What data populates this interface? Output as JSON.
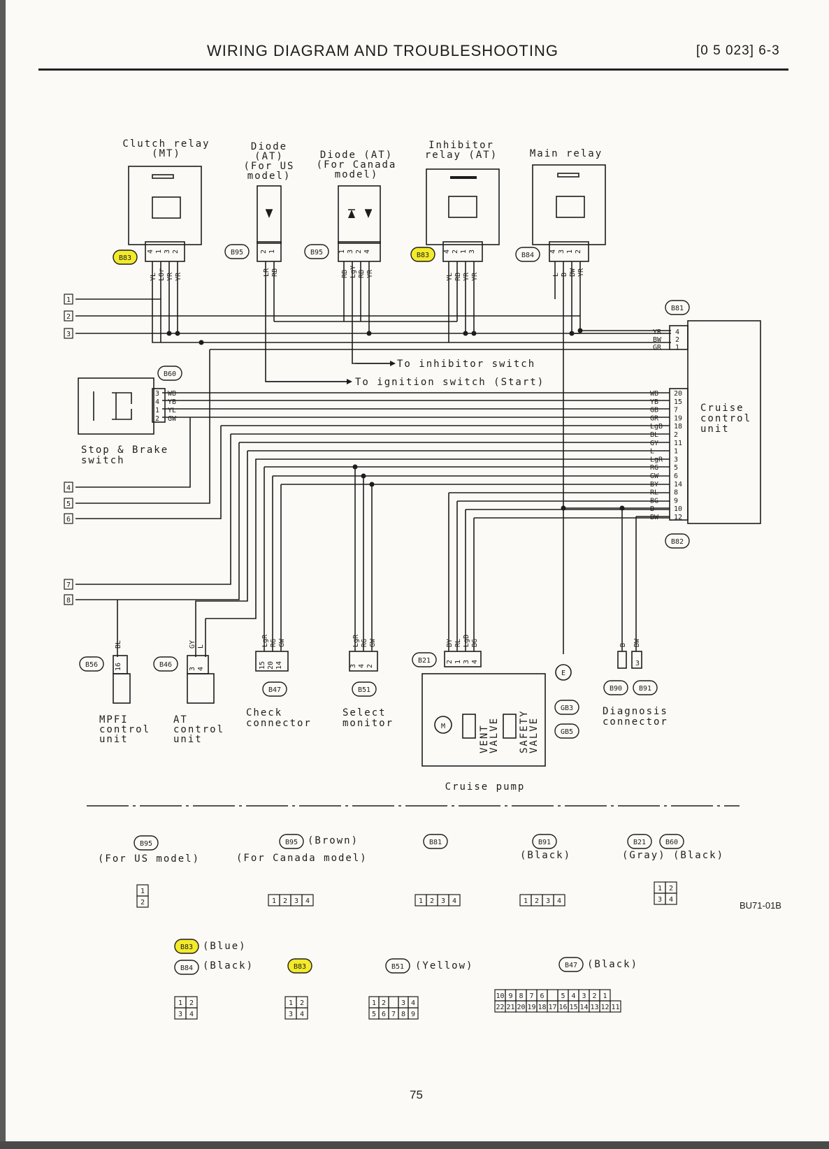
{
  "header": {
    "title": "WIRING DIAGRAM AND TROUBLESHOOTING",
    "code": "[0 5 023] 6-3"
  },
  "footer": {
    "page_number": "75",
    "figure_id": "BU71-01B"
  },
  "components": {
    "clutch_relay": [
      "Clutch relay",
      "(MT)"
    ],
    "diode_us": [
      "Diode",
      "(AT)",
      "(For US",
      "model)"
    ],
    "diode_canada": [
      "Diode (AT)",
      "(For Canada",
      "model)"
    ],
    "inhibitor_relay": [
      "Inhibitor",
      "relay (AT)"
    ],
    "main_relay": [
      "Main relay"
    ],
    "stop_brake": [
      "Stop & Brake",
      "switch"
    ],
    "cruise_unit": [
      "Cruise",
      "control",
      "unit"
    ],
    "mpfi_unit": [
      "MPFI",
      "control",
      "unit"
    ],
    "at_unit": [
      "AT",
      "control",
      "unit"
    ],
    "check_connector": [
      "Check",
      "connector"
    ],
    "select_monitor": [
      "Select",
      "monitor"
    ],
    "diagnosis_connector": [
      "Diagnosis",
      "connector"
    ],
    "cruise_pump": [
      "Cruise pump"
    ],
    "vent_valve": [
      "VENT",
      "VALVE"
    ],
    "safety_valve": [
      "SAFETY",
      "VALVE"
    ],
    "motor_symbol": "M",
    "ground_symbol": "E"
  },
  "arrows": {
    "inhibitor": "To inhibitor switch",
    "ignition": "To ignition switch (Start)"
  },
  "connectors": {
    "clutch": {
      "tag": "B83",
      "pins": [
        "4",
        "1",
        "3",
        "2"
      ],
      "wires": [
        "YL",
        "LOr",
        "YR",
        "YR"
      ]
    },
    "diode_us": {
      "tag": "B95",
      "pins": [
        "2",
        "1"
      ],
      "wires": [
        "LR",
        "RB"
      ]
    },
    "diode_ca": {
      "tag": "B95",
      "pins": [
        "1",
        "3",
        "2",
        "4"
      ],
      "wires": [
        "RB",
        "LgY",
        "RB",
        "YR"
      ]
    },
    "inhibitor": {
      "tag": "B83",
      "pins": [
        "4",
        "2",
        "1",
        "3"
      ],
      "wires": [
        "YL",
        "RB",
        "YR",
        "YR"
      ]
    },
    "main": {
      "tag": "B84",
      "pins": [
        "4",
        "3",
        "1",
        "2"
      ],
      "wires": [
        "L",
        "B",
        "BW",
        "YR"
      ]
    },
    "stop": {
      "tag": "B60",
      "pins": [
        "3",
        "4",
        "1",
        "2"
      ],
      "wires": [
        "WB",
        "YB",
        "YL",
        "GW"
      ]
    },
    "b81": {
      "tag": "B81",
      "pins": [
        "4",
        "2",
        "1"
      ],
      "wires": [
        "YR",
        "BW",
        "GR"
      ]
    },
    "b82": {
      "tag": "B82",
      "pins": [
        "20",
        "15",
        "7",
        "19",
        "18",
        "2",
        "11",
        "1",
        "3",
        "5",
        "6",
        "14",
        "8",
        "9",
        "10",
        "12"
      ],
      "wires": [
        "WB",
        "YB",
        "GB",
        "GR",
        "LgB",
        "BL",
        "GY",
        "L",
        "LgR",
        "RG",
        "GW",
        "BY",
        "RL",
        "BG",
        "B",
        "BW"
      ]
    },
    "mpfi": {
      "tag": "B56",
      "pins": [
        "16"
      ],
      "wires": [
        "BL"
      ]
    },
    "at": {
      "tag": "B46",
      "pins": [
        "3",
        "4"
      ],
      "wires": [
        "GY",
        "L"
      ]
    },
    "check": {
      "tag": "B47",
      "pins": [
        "15",
        "20",
        "14"
      ],
      "wires": [
        "LgR",
        "RG",
        "GW"
      ]
    },
    "select": {
      "tag": "B51",
      "pins": [
        "3",
        "4",
        "2"
      ],
      "wires": [
        "LgR",
        "RG",
        "GW"
      ]
    },
    "pump": {
      "tag": "B21",
      "pins": [
        "2",
        "1",
        "3",
        "4"
      ],
      "wires": [
        "BY",
        "RL",
        "LgB",
        "BG"
      ]
    },
    "diag": {
      "tags": [
        "B90",
        "B91"
      ],
      "pins": [
        "3"
      ],
      "wires": [
        "B",
        "BW"
      ]
    },
    "grounds": [
      "GB3",
      "GB5"
    ]
  },
  "line_numbers": [
    "1",
    "2",
    "3",
    "4",
    "5",
    "6",
    "7",
    "8"
  ],
  "legend": [
    {
      "tags": [
        "B95"
      ],
      "desc": "(For US model)",
      "grid": [
        [
          "1"
        ],
        [
          "2"
        ]
      ]
    },
    {
      "tags": [
        "B95"
      ],
      "desc": "(Brown)",
      "sub": "(For Canada model)",
      "grid": [
        [
          "1",
          "2",
          "3",
          "4"
        ]
      ]
    },
    {
      "tags": [
        "B81"
      ],
      "desc": "",
      "grid": [
        [
          "1",
          "2",
          "3",
          "4"
        ]
      ]
    },
    {
      "tags": [
        "B91"
      ],
      "desc": "(Black)",
      "grid": [
        [
          "1",
          "2",
          "3",
          "4"
        ]
      ]
    },
    {
      "tags": [
        "B21",
        "B60"
      ],
      "desc": "(Gray) (Black)",
      "grid": [
        [
          "1",
          "2"
        ],
        [
          "3",
          "4"
        ]
      ]
    },
    {
      "tags": [
        "B83",
        "B84"
      ],
      "desc": "(Blue)",
      "sub": "(Black)",
      "grid": [
        [
          "1",
          "2"
        ],
        [
          "3",
          "4"
        ]
      ]
    },
    {
      "tags": [
        "B83"
      ],
      "desc": "",
      "grid": [
        [
          "1",
          "2"
        ],
        [
          "3",
          "4"
        ]
      ]
    },
    {
      "tags": [
        "B51"
      ],
      "desc": "(Yellow)",
      "grid": [
        [
          "1",
          "2",
          "",
          "3",
          "4"
        ],
        [
          "5",
          "6",
          "7",
          "8",
          "9"
        ]
      ]
    },
    {
      "tags": [
        "B47"
      ],
      "desc": "(Black)",
      "grid": [
        [
          "10",
          "9",
          "8",
          "7",
          "6",
          "",
          "5",
          "4",
          "3",
          "2",
          "1"
        ],
        [
          "22",
          "21",
          "20",
          "19",
          "18",
          "17",
          "16",
          "15",
          "14",
          "13",
          "12",
          "11"
        ]
      ]
    }
  ],
  "colors": {
    "ink": "#1d1d1d",
    "highlight": "#f3ea2a",
    "paper": "#fbfaf6"
  }
}
